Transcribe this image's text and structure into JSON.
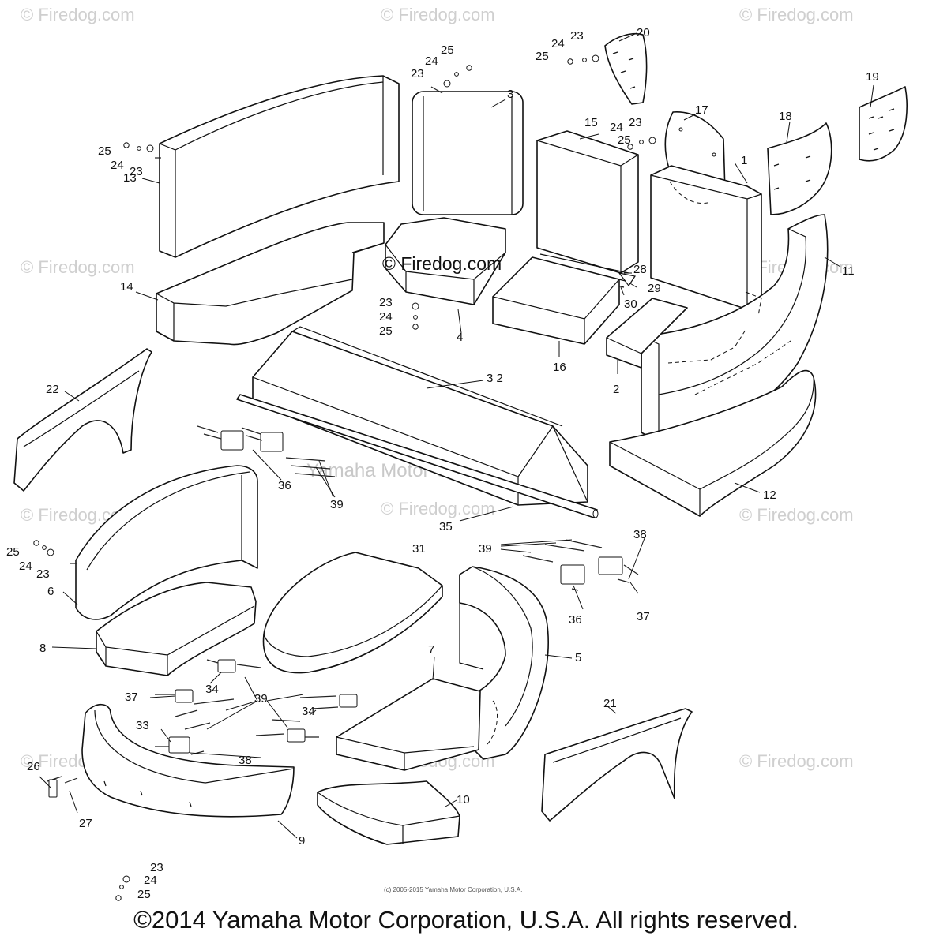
{
  "watermarks": {
    "site": "© Firedog.com",
    "center": "© Firedog.com",
    "corp": "Yamaha Motor Corp, U.S.A"
  },
  "diagram": {
    "labels": {
      "p1": "1",
      "p2": "2",
      "p3": "3",
      "p4": "4",
      "p5": "5",
      "p6": "6",
      "p7": "7",
      "p8": "8",
      "p9": "9",
      "p10": "10",
      "p11": "11",
      "p12": "12",
      "p13": "13",
      "p14": "14",
      "p15": "15",
      "p16": "16",
      "p17": "17",
      "p18": "18",
      "p19": "19",
      "p20": "20",
      "p21": "21",
      "p22": "22",
      "p23": "23",
      "p24": "24",
      "p25": "25",
      "p26": "26",
      "p27": "27",
      "p28": "28",
      "p29": "29",
      "p30": "30",
      "p31": "31",
      "p32": "3 2",
      "p33": "33",
      "p34": "34",
      "p35": "35",
      "p36": "36",
      "p37": "37",
      "p38": "38",
      "p39": "39"
    },
    "small_copyright": "(c) 2005-2015 Yamaha Motor Corporation, U.S.A."
  },
  "footer": {
    "copyright": "©2014 Yamaha Motor Corporation, U.S.A. All rights reserved."
  }
}
